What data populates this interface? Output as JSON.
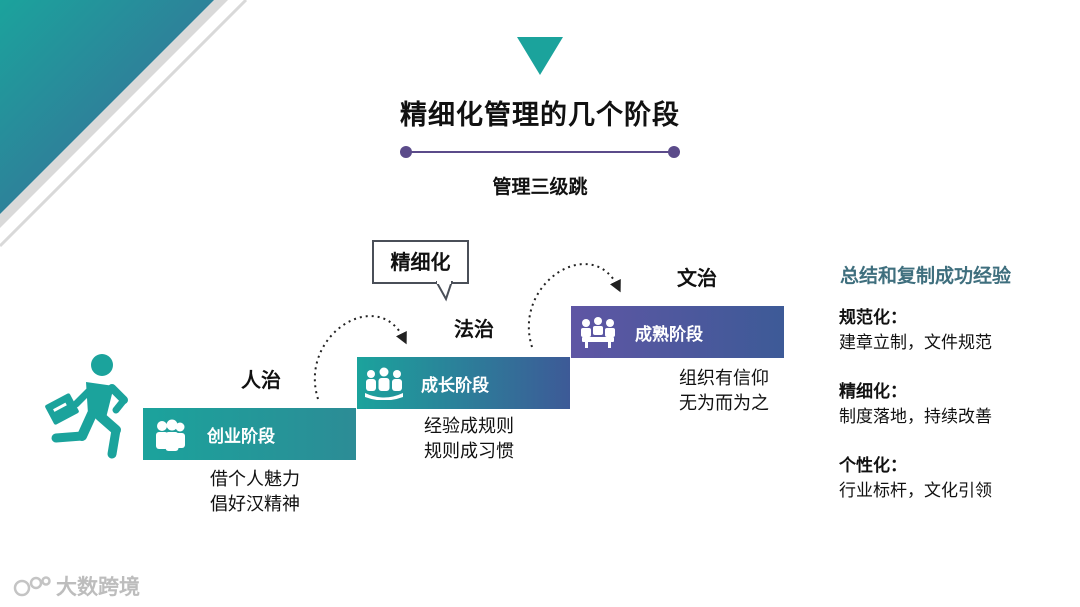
{
  "title": "精细化管理的几个阶段",
  "subtitle": "管理三级跳",
  "colors": {
    "teal": "#1ba39c",
    "purple": "#5b4b8a",
    "dark_blue": "#3d5a97",
    "grey": "#d8d8d8"
  },
  "stages": [
    {
      "label": "创业阶段",
      "icon": "team-icon",
      "rule": "人治",
      "desc": [
        "借个人魅力",
        "倡好汉精神"
      ]
    },
    {
      "label": "成长阶段",
      "icon": "group-icon",
      "rule": "法治",
      "desc": [
        "经验成规则",
        "规则成习惯"
      ]
    },
    {
      "label": "成熟阶段",
      "icon": "meeting-icon",
      "rule": "文治",
      "desc": [
        "组织有信仰",
        "无为而为之"
      ]
    }
  ],
  "callout": "精细化",
  "right": {
    "heading": "总结和复制成功经验",
    "items": [
      {
        "key": "规范化：",
        "value": "建章立制，文件规范"
      },
      {
        "key": "精细化：",
        "value": "制度落地，持续改善"
      },
      {
        "key": "个性化：",
        "value": "行业标杆，文化引领"
      }
    ]
  },
  "logo": "大数跨境"
}
